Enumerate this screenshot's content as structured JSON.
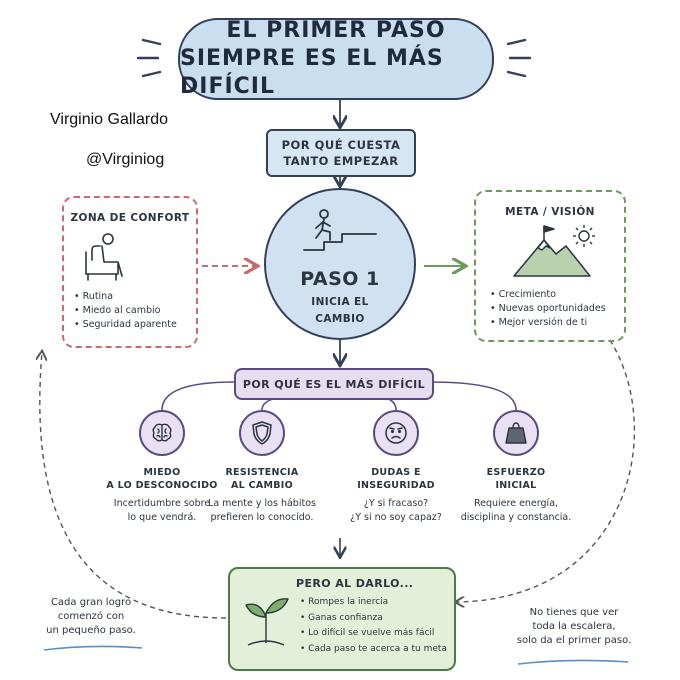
{
  "title": {
    "line1": "EL PRIMER PASO",
    "line2": "SIEMPRE ES EL MÁS DIFÍCIL"
  },
  "author": {
    "name": "Virginio Gallardo",
    "handle": "@Virginiog"
  },
  "question_box": {
    "line1": "POR QUÉ CUESTA",
    "line2": "TANTO EMPEZAR"
  },
  "comfort_zone": {
    "title": "ZONA DE CONFORT",
    "icon": "person-in-armchair-icon",
    "items": [
      "Rutina",
      "Miedo al cambio",
      "Seguridad aparente"
    ],
    "border_color": "#c96b6b"
  },
  "goal": {
    "title": "META / VISIÓN",
    "icon": "mountain-flag-icon",
    "items": [
      "Crecimiento",
      "Nuevas oportunidades",
      "Mejor versión de ti"
    ],
    "border_color": "#6a9a5c"
  },
  "center": {
    "title": "PASO 1",
    "sub1": "INICIA EL",
    "sub2": "CAMBIO",
    "icon": "person-climbing-stairs-icon"
  },
  "why_hardest": "POR QUÉ ES EL MÁS DIFÍCIL",
  "reasons": [
    {
      "icon": "brain-icon",
      "title1": "MIEDO",
      "title2": "A LO DESCONOCIDO",
      "text1": "Incertidumbre sobre",
      "text2": "lo que vendrá."
    },
    {
      "icon": "shield-icon",
      "title1": "RESISTENCIA",
      "title2": "AL CAMBIO",
      "text1": "La mente y los hábitos",
      "text2": "prefieren lo conocido."
    },
    {
      "icon": "worried-face-icon",
      "title1": "DUDAS E",
      "title2": "INSEGURIDAD",
      "text1": "¿Y si fracaso?",
      "text2": "¿Y si no soy capaz?"
    },
    {
      "icon": "weight-icon",
      "title1": "ESFUERZO",
      "title2": "INICIAL",
      "text1": "Requiere energía,",
      "text2": "disciplina y constancia."
    }
  ],
  "result": {
    "title": "PERO AL DARLO...",
    "icon": "sprout-icon",
    "items": [
      "Rompes la inercia",
      "Ganas confianza",
      "Lo difícil se vuelve más fácil",
      "Cada paso te acerca a tu meta"
    ]
  },
  "note_left": {
    "line1": "Cada gran logro",
    "line2": "comenzó con",
    "line3": "un pequeño paso."
  },
  "note_right": {
    "line1": "No tienes que ver",
    "line2": "toda la escalera,",
    "line3": "solo da el primer paso."
  },
  "colors": {
    "blue": "#c9dff0",
    "purple": "#e6ddf1",
    "green": "#e4efd9",
    "ink": "#34405a"
  }
}
